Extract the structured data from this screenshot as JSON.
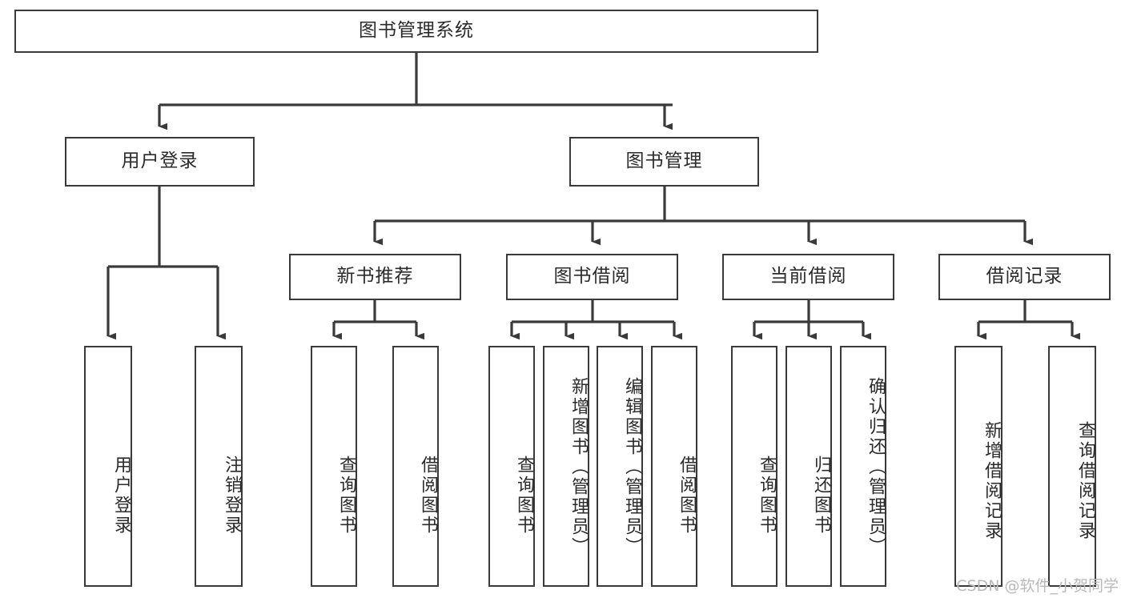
{
  "diagram": {
    "type": "tree",
    "title": "图书管理系统",
    "watermark": "CSDN @软件_小贺同学",
    "colors": {
      "stroke": "#3a3a3a",
      "fill": "#ffffff",
      "text": "#2b2b2b",
      "watermark": "#b9b9b9"
    },
    "root": {
      "label": "图书管理系统"
    },
    "level2": [
      {
        "id": "user-login",
        "label": "用户登录"
      },
      {
        "id": "book-manage",
        "label": "图书管理"
      }
    ],
    "level3": [
      {
        "id": "new-book-rec",
        "label": "新书推荐"
      },
      {
        "id": "book-borrow",
        "label": "图书借阅"
      },
      {
        "id": "current-borrow",
        "label": "当前借阅"
      },
      {
        "id": "borrow-record",
        "label": "借阅记录"
      }
    ],
    "leaves": {
      "user-login": [
        {
          "id": "leaf-user-login",
          "label": "用户登录"
        },
        {
          "id": "leaf-logout",
          "label": "注销登录"
        }
      ],
      "new-book-rec": [
        {
          "id": "leaf-query-book-1",
          "label": "查询图书"
        },
        {
          "id": "leaf-borrow-book-1",
          "label": "借阅图书"
        }
      ],
      "book-borrow": [
        {
          "id": "leaf-query-book-2",
          "label": "查询图书"
        },
        {
          "id": "leaf-add-book",
          "label": "新增图书（管理员）"
        },
        {
          "id": "leaf-edit-book",
          "label": "编辑图书（管理员）"
        },
        {
          "id": "leaf-borrow-book-2",
          "label": "借阅图书"
        }
      ],
      "current-borrow": [
        {
          "id": "leaf-query-book-3",
          "label": "查询图书"
        },
        {
          "id": "leaf-return-book",
          "label": "归还图书"
        },
        {
          "id": "leaf-confirm-return",
          "label": "确认归还（管理员）"
        }
      ],
      "borrow-record": [
        {
          "id": "leaf-add-record",
          "label": "新增借阅记录"
        },
        {
          "id": "leaf-query-record",
          "label": "查询借阅记录"
        }
      ]
    }
  }
}
